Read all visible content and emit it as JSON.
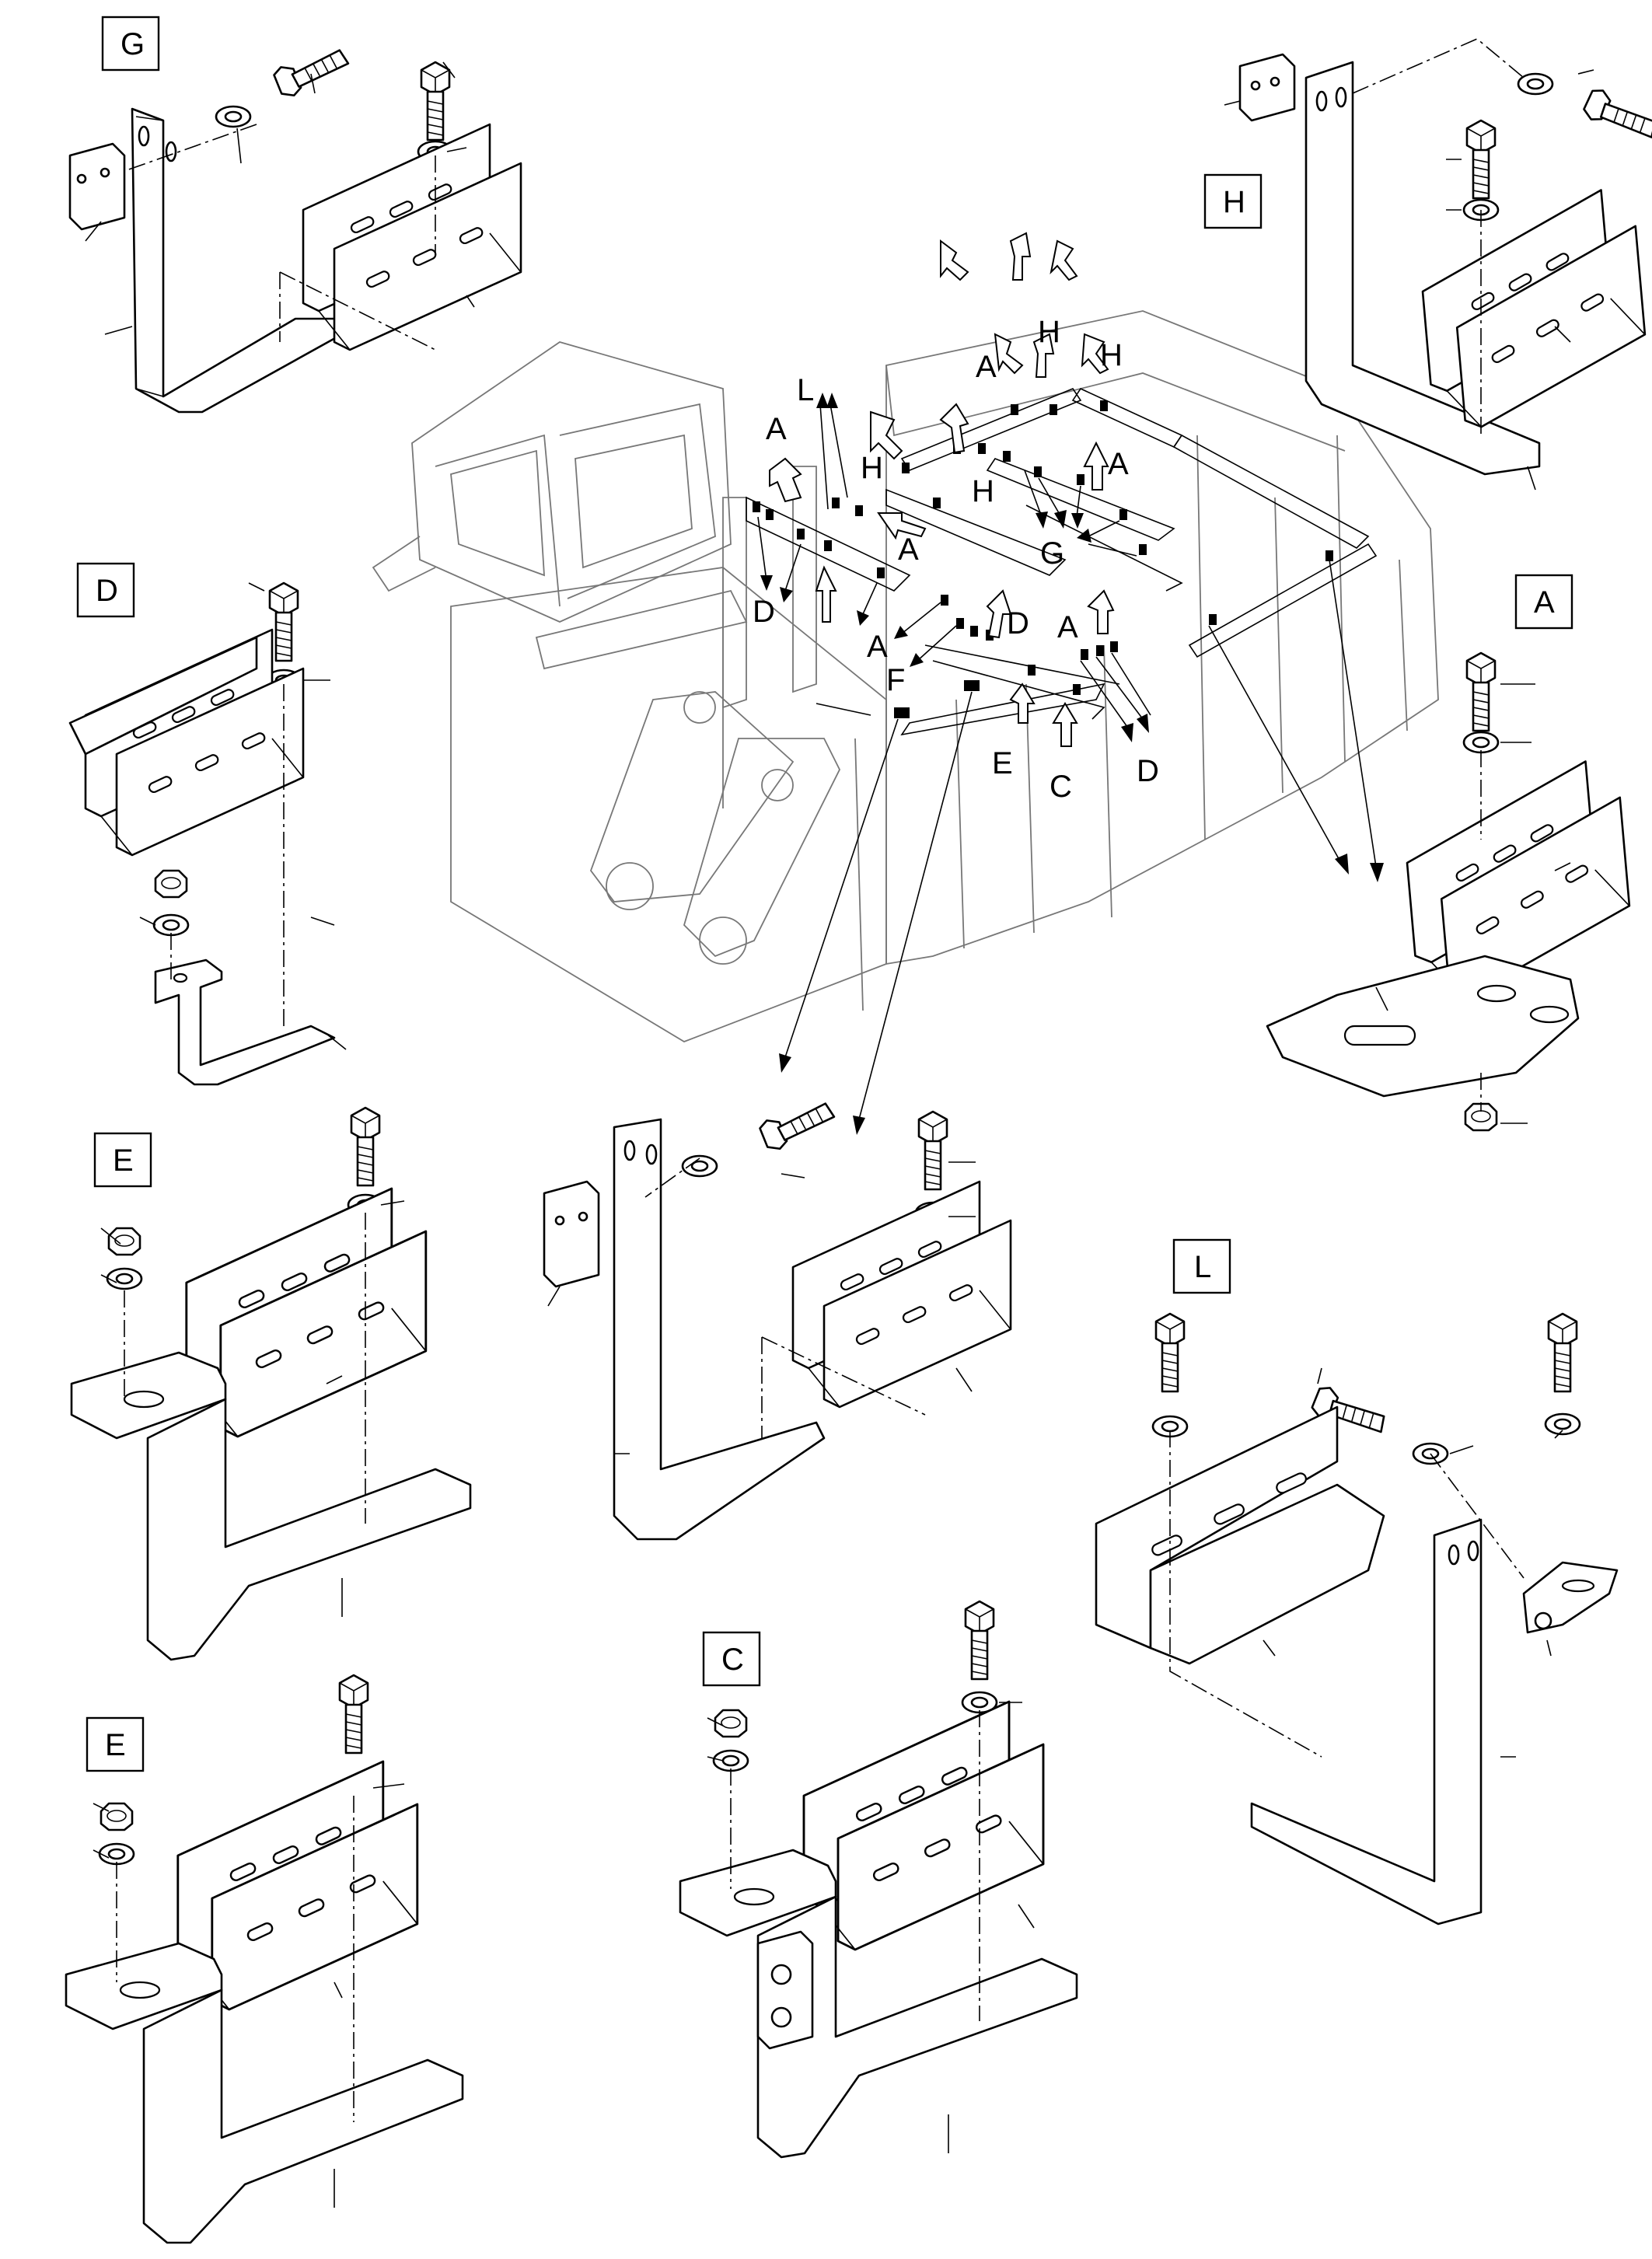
{
  "callouts": {
    "G": "G",
    "H": "H",
    "D": "D",
    "A": "A",
    "E1": "E",
    "L": "L",
    "C": "C",
    "E2": "E"
  },
  "machine_labels": [
    "L",
    "A",
    "H",
    "A",
    "H",
    "H",
    "A",
    "H",
    "A",
    "G",
    "D",
    "A",
    "D",
    "A",
    "F",
    "E",
    "C",
    "D"
  ]
}
